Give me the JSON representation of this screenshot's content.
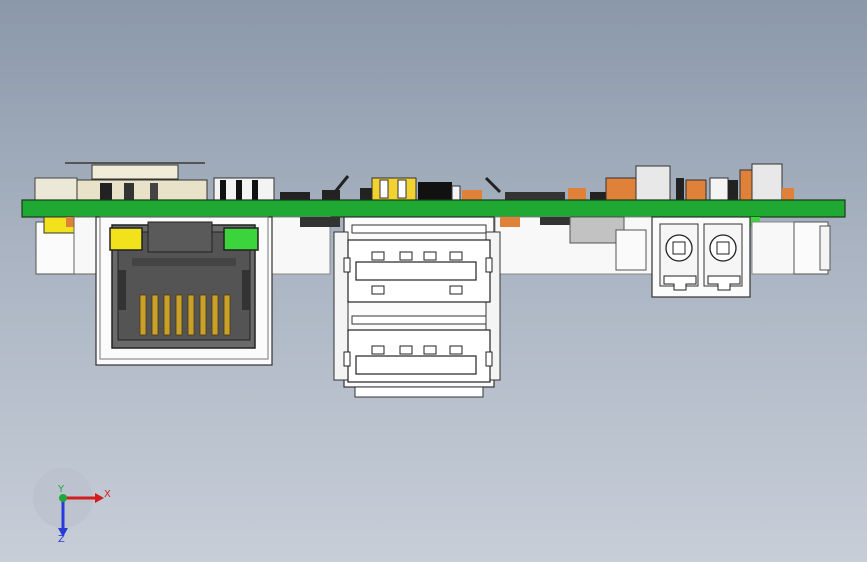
{
  "view": {
    "background_top": "#8b98aa",
    "background_bottom": "#c7ced8",
    "pcb_color": "#1fa832",
    "led_left_color": "#f2e21c",
    "led_right_color": "#3cd43c",
    "pin_color": "#c8a02a",
    "component_orange": "#e0813a"
  },
  "triad": {
    "x_label": "X",
    "y_label": "Y",
    "z_label": "Z",
    "x_color": "#d41e1e",
    "y_color": "#1ea83c",
    "z_color": "#2a3ad4"
  }
}
